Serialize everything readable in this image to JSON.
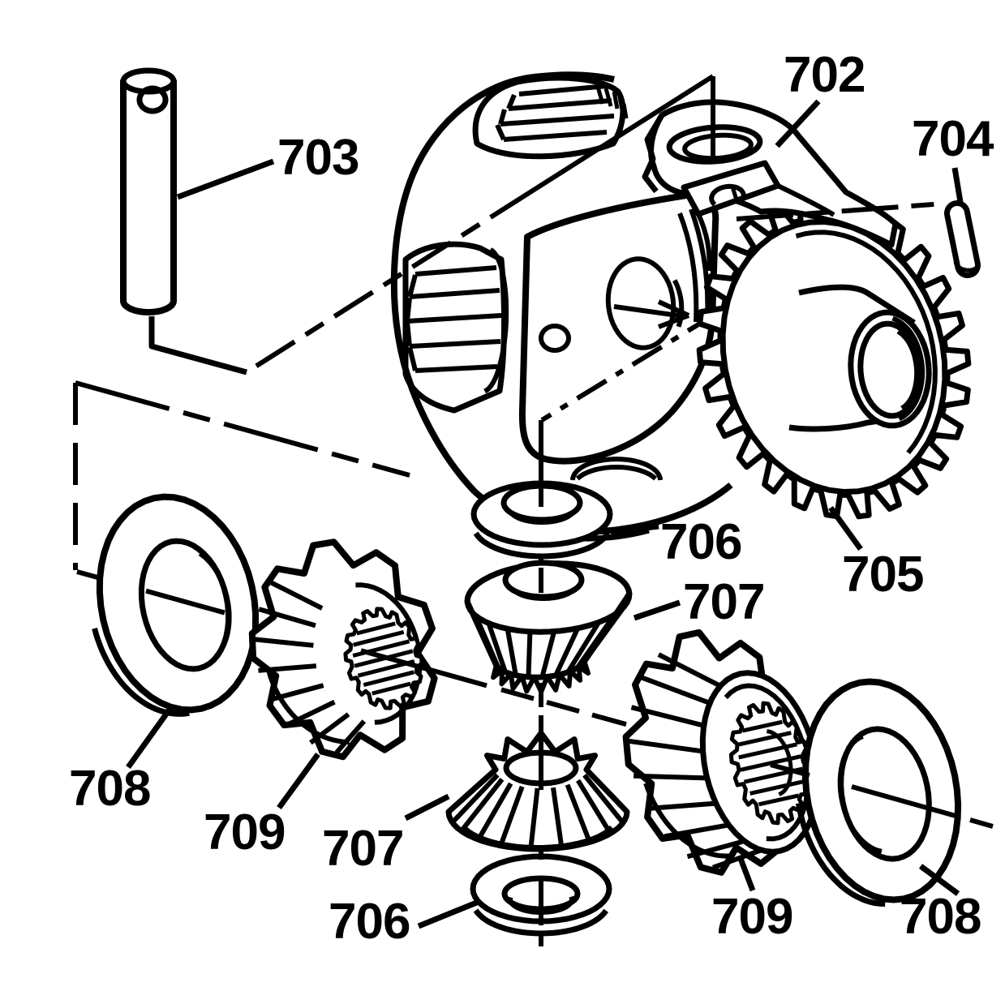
{
  "figure": {
    "background": "#ffffff",
    "ink": "#000000",
    "callouts": [
      {
        "id": "702",
        "label": "702"
      },
      {
        "id": "703",
        "label": "703"
      },
      {
        "id": "704",
        "label": "704"
      },
      {
        "id": "705",
        "label": "705"
      },
      {
        "id": "706-upper",
        "label": "706"
      },
      {
        "id": "707-upper",
        "label": "707"
      },
      {
        "id": "707-lower",
        "label": "707"
      },
      {
        "id": "706-lower",
        "label": "706"
      },
      {
        "id": "708-left",
        "label": "708"
      },
      {
        "id": "709-left",
        "label": "709"
      },
      {
        "id": "709-right",
        "label": "709"
      },
      {
        "id": "708-right",
        "label": "708"
      }
    ]
  }
}
